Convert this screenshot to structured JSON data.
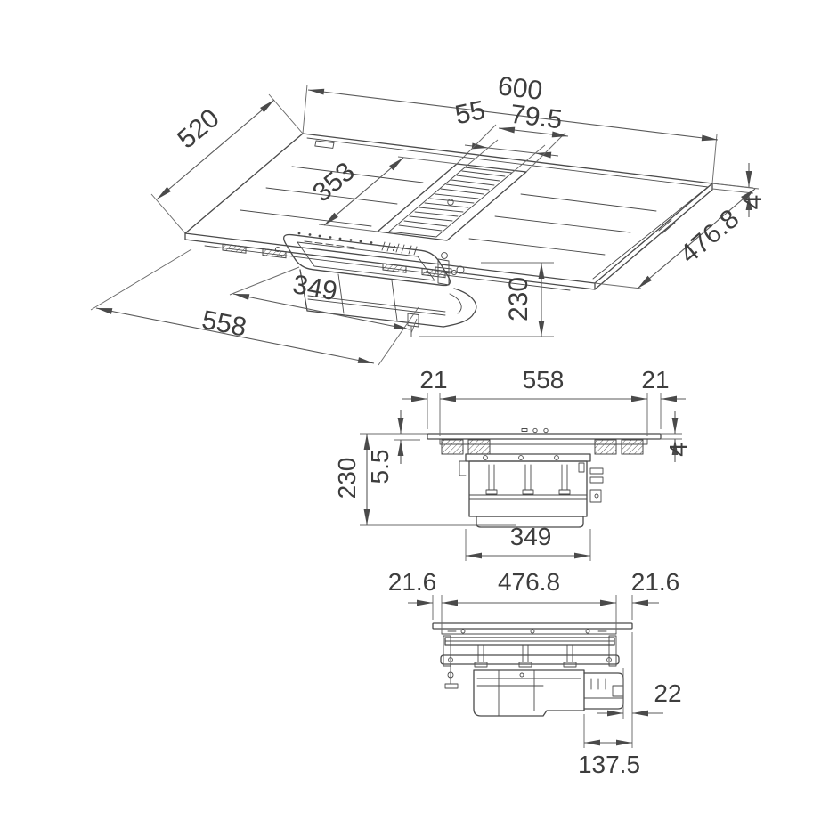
{
  "page": {
    "background": "#ffffff",
    "line_color": "#4a4a4a",
    "text_color": "#3d3d3d"
  },
  "drawing": {
    "type": "technical-dimension-drawing",
    "subject": "induction hob with integrated downdraft extractor",
    "views": {
      "isometric": {
        "dims": {
          "width": "600",
          "depth": "520",
          "vent_inner_width": "55",
          "vent_outer_width": "79.5",
          "vent_length": "353",
          "glass_thickness": "4",
          "cutout_depth": "476.8",
          "installed_depth": "230",
          "plenum_length": "349",
          "cutout_width": "558"
        }
      },
      "front_elevation": {
        "dims": {
          "left_overhang": "21",
          "cutout_width": "558",
          "right_overhang": "21",
          "installed_depth": "230",
          "surface_clearance": "5.5",
          "glass_thickness": "4",
          "plenum_length": "349"
        }
      },
      "side_elevation": {
        "dims": {
          "front_overhang": "21.6",
          "cutout_depth": "476.8",
          "rear_overhang": "21.6",
          "duct_offset": "22",
          "motor_depth": "137.5"
        }
      }
    }
  }
}
